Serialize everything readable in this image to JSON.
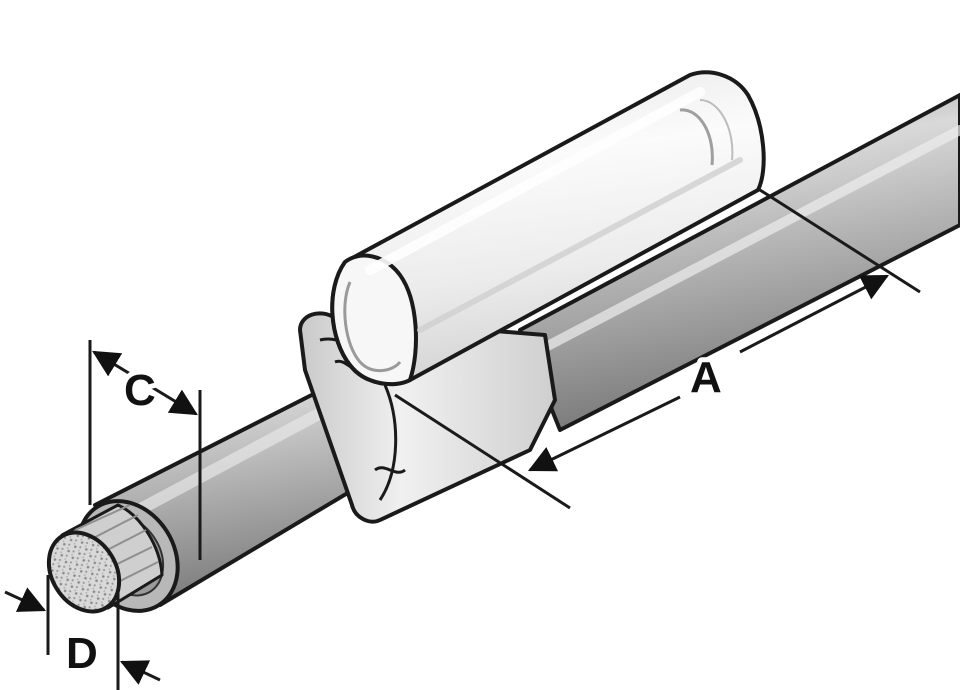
{
  "diagram": {
    "labels": {
      "a": "A",
      "c": "C",
      "d": "D"
    },
    "colors": {
      "outline": "#1a1a1a",
      "cable_light": "#d6d6d6",
      "cable_mid": "#a9a9a9",
      "cable_dark": "#6f6f6f",
      "conductor": "#cfcfcf",
      "sleeve": "#f2f2f2",
      "clip": "#e4e4e4"
    }
  }
}
